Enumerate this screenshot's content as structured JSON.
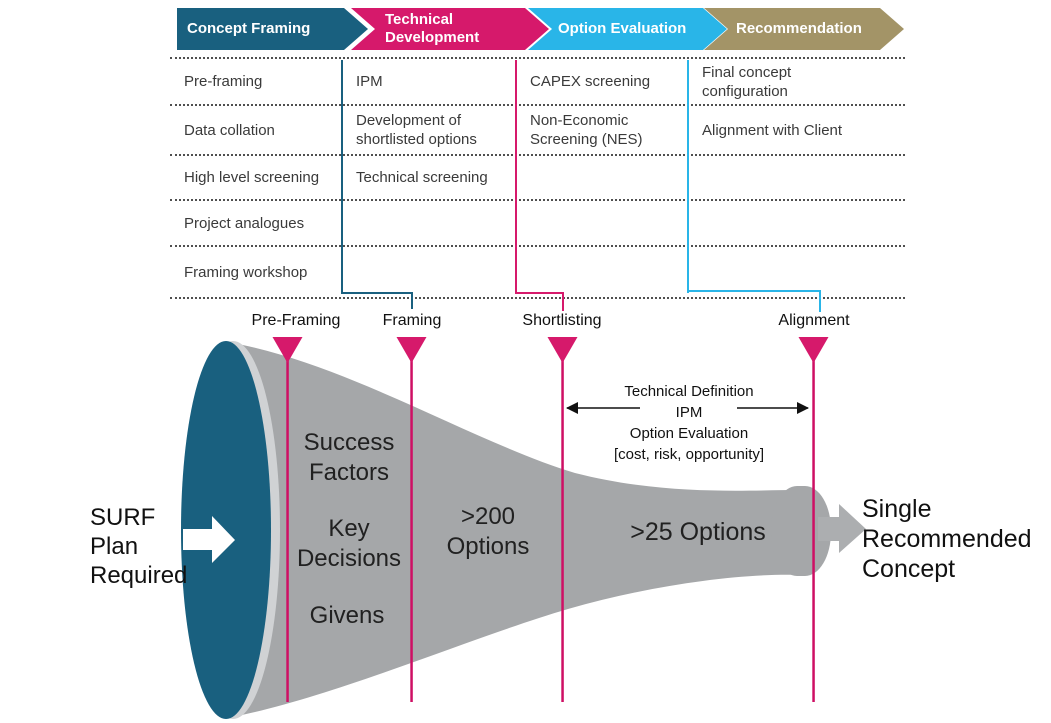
{
  "header": {
    "stages": [
      {
        "label": "Concept Framing",
        "color": "#19607F"
      },
      {
        "label": "Technical Development",
        "color": "#D6196B"
      },
      {
        "label": "Option Evaluation",
        "color": "#29B5E8"
      },
      {
        "label": "Recommendation",
        "color": "#A39467"
      }
    ]
  },
  "matrix": {
    "rows": [
      {
        "cells": [
          "Pre-framing",
          "IPM",
          "CAPEX screening",
          "Final concept configuration"
        ]
      },
      {
        "cells": [
          "Data collation",
          "Development of shortlisted options",
          "Non-Economic Screening (NES)",
          "Alignment with Client"
        ]
      },
      {
        "cells": [
          "High level screening",
          "Technical screening",
          "",
          ""
        ]
      },
      {
        "cells": [
          "Project analogues",
          "",
          "",
          ""
        ]
      },
      {
        "cells": [
          "Framing workshop",
          "",
          "",
          ""
        ]
      }
    ]
  },
  "milestones": [
    {
      "label": "Pre-Framing"
    },
    {
      "label": "Framing"
    },
    {
      "label": "Shortlisting"
    },
    {
      "label": "Alignment"
    }
  ],
  "funnel": {
    "input": "SURF\nPlan\nRequired",
    "success_factors": "Success\nFactors",
    "key_decisions": "Key\nDecisions",
    "givens": "Givens",
    "stage1_count": ">200\nOptions",
    "stage2_count": ">25 Options",
    "output": "Single\nRecommended\nConcept"
  },
  "annotation": {
    "lines": [
      "Technical Definition",
      "IPM",
      "Option Evaluation",
      "[cost, risk, opportunity]"
    ]
  },
  "colors": {
    "teal": "#19607F",
    "magenta": "#D6196B",
    "cyan": "#29B5E8",
    "tan": "#A39467",
    "funnel_gray": "#A5A7A9",
    "milestone_line": "#CE0F64"
  }
}
